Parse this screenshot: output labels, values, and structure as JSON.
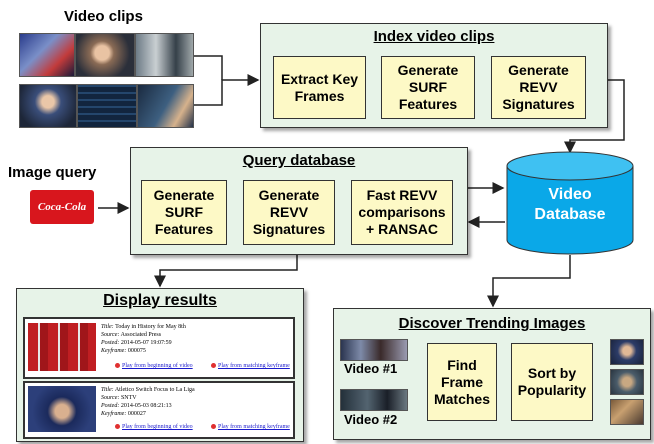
{
  "video_clips_label": "Video clips",
  "image_query_label": "Image query",
  "query_image_text": "Coca-Cola",
  "index_panel": {
    "title": "Index video clips",
    "steps": [
      "Extract Key\nFrames",
      "Generate\nSURF\nFeatures",
      "Generate\nREVV\nSignatures"
    ]
  },
  "query_panel": {
    "title": "Query database",
    "steps": [
      "Generate\nSURF\nFeatures",
      "Generate\nREVV\nSignatures",
      "Fast REVV\ncomparisons\n+ RANSAC"
    ]
  },
  "database_label": "Video\nDatabase",
  "display_panel": {
    "title": "Display results",
    "results": [
      {
        "title_key": "Title:",
        "title": "Today in History for May 8th",
        "source_key": "Source:",
        "source": "Associated Press",
        "posted_key": "Posted:",
        "posted": "2014-05-07 19:07:59",
        "keyframe_key": "Keyframe:",
        "keyframe": "000075",
        "link_begin": "Play from beginning of video",
        "link_keyframe": "Play from matching keyframe"
      },
      {
        "title_key": "Title:",
        "title": "Atletico Switch Focus to La Liga",
        "source_key": "Source:",
        "source": "SNTV",
        "posted_key": "Posted:",
        "posted": "2014-05-03 08:21:13",
        "keyframe_key": "Keyframe:",
        "keyframe": "000027",
        "link_begin": "Play from beginning of video",
        "link_keyframe": "Play from matching keyframe"
      }
    ]
  },
  "trending_panel": {
    "title": "Discover Trending Images",
    "video1": "Video #1",
    "video2": "Video #2",
    "steps": [
      "Find\nFrame\nMatches",
      "Sort by\nPopularity"
    ]
  },
  "colors": {
    "panel_bg": "#e7f3e8",
    "step_bg": "#fdf9c6",
    "database": "#0aa8e8",
    "coke_red": "#d8161d"
  }
}
